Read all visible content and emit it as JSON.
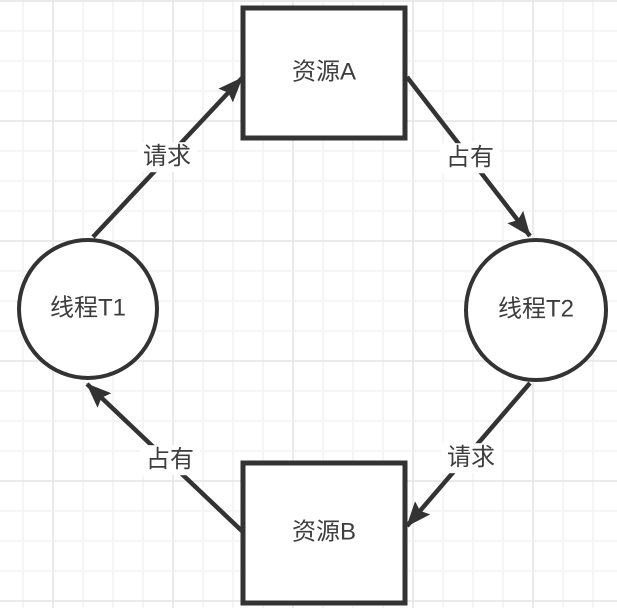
{
  "diagram": {
    "type": "deadlock-cycle-diagram",
    "nodes": {
      "resource_a": {
        "label": "资源A",
        "shape": "rectangle"
      },
      "thread_t1": {
        "label": "线程T1",
        "shape": "circle"
      },
      "thread_t2": {
        "label": "线程T2",
        "shape": "circle"
      },
      "resource_b": {
        "label": "资源B",
        "shape": "rectangle"
      }
    },
    "edges": {
      "t1_requests_a": {
        "label": "请求",
        "from": "thread_t1",
        "to": "resource_a"
      },
      "a_held_by_t2": {
        "label": "占有",
        "from": "resource_a",
        "to": "thread_t2"
      },
      "t2_requests_b": {
        "label": "请求",
        "from": "thread_t2",
        "to": "resource_b"
      },
      "b_held_by_t1": {
        "label": "占有",
        "from": "resource_b",
        "to": "thread_t1"
      }
    },
    "colors": {
      "stroke": "#333333",
      "text": "#3d3d3d",
      "shape_fill": "#ffffff",
      "grid_minor": "#f5f5f5",
      "grid_major": "#eaeaea",
      "background": "#ffffff"
    }
  }
}
